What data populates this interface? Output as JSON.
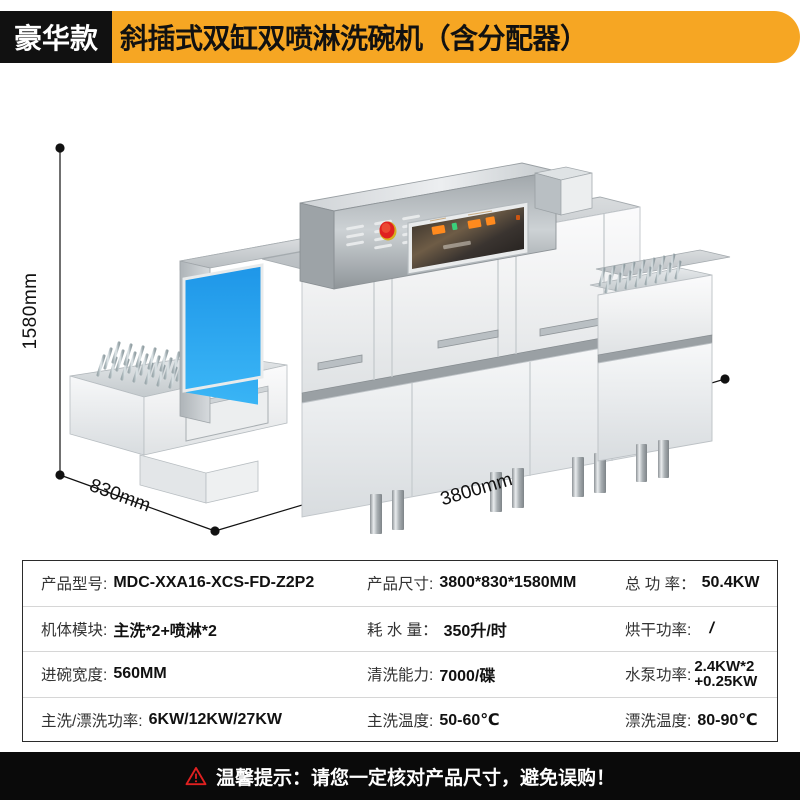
{
  "header": {
    "badge": "豪华款",
    "title": "斜插式双缸双喷淋洗碗机（含分配器）",
    "accent_color": "#F6A623",
    "badge_bg": "#111111"
  },
  "diagram": {
    "height_label": "1580mm",
    "depth_label": "830mm",
    "width_label": "3800mm",
    "curtain_color": "#2BA6F0",
    "body_color": "#F2F3F4",
    "panel_color": "#2a2724",
    "led_color": "#FF8A1E",
    "estop_color": "#E02020"
  },
  "spec_table": {
    "rows": [
      [
        {
          "label": "产品型号:",
          "value": "MDC-XXA16-XCS-FD-Z2P2"
        },
        {
          "label": "产品尺寸:",
          "value": "3800*830*1580MM"
        },
        {
          "label": "总 功 率：",
          "value": "50.4KW"
        }
      ],
      [
        {
          "label": "机体模块:",
          "value": "主洗*2+喷淋*2"
        },
        {
          "label": "耗 水 量：",
          "value": "350升/时"
        },
        {
          "label": "烘干功率:",
          "value": "/"
        }
      ],
      [
        {
          "label": "进碗宽度:",
          "value": "560MM"
        },
        {
          "label": "清洗能力:",
          "value": "7000/碟"
        },
        {
          "label": "水泵功率:",
          "value": "2.4KW*2 +0.25KW"
        }
      ],
      [
        {
          "label": "主洗/漂洗功率:",
          "value": "6KW/12KW/27KW"
        },
        {
          "label": "主洗温度:",
          "value": "50-60℃"
        },
        {
          "label": "漂洗温度:",
          "value": "80-90℃"
        }
      ]
    ]
  },
  "footer": {
    "text": "温馨提示：请您一定核对产品尺寸，避免误购！",
    "icon": "warning-triangle-icon",
    "icon_color": "#E02020",
    "bg": "#0a0a0a"
  }
}
